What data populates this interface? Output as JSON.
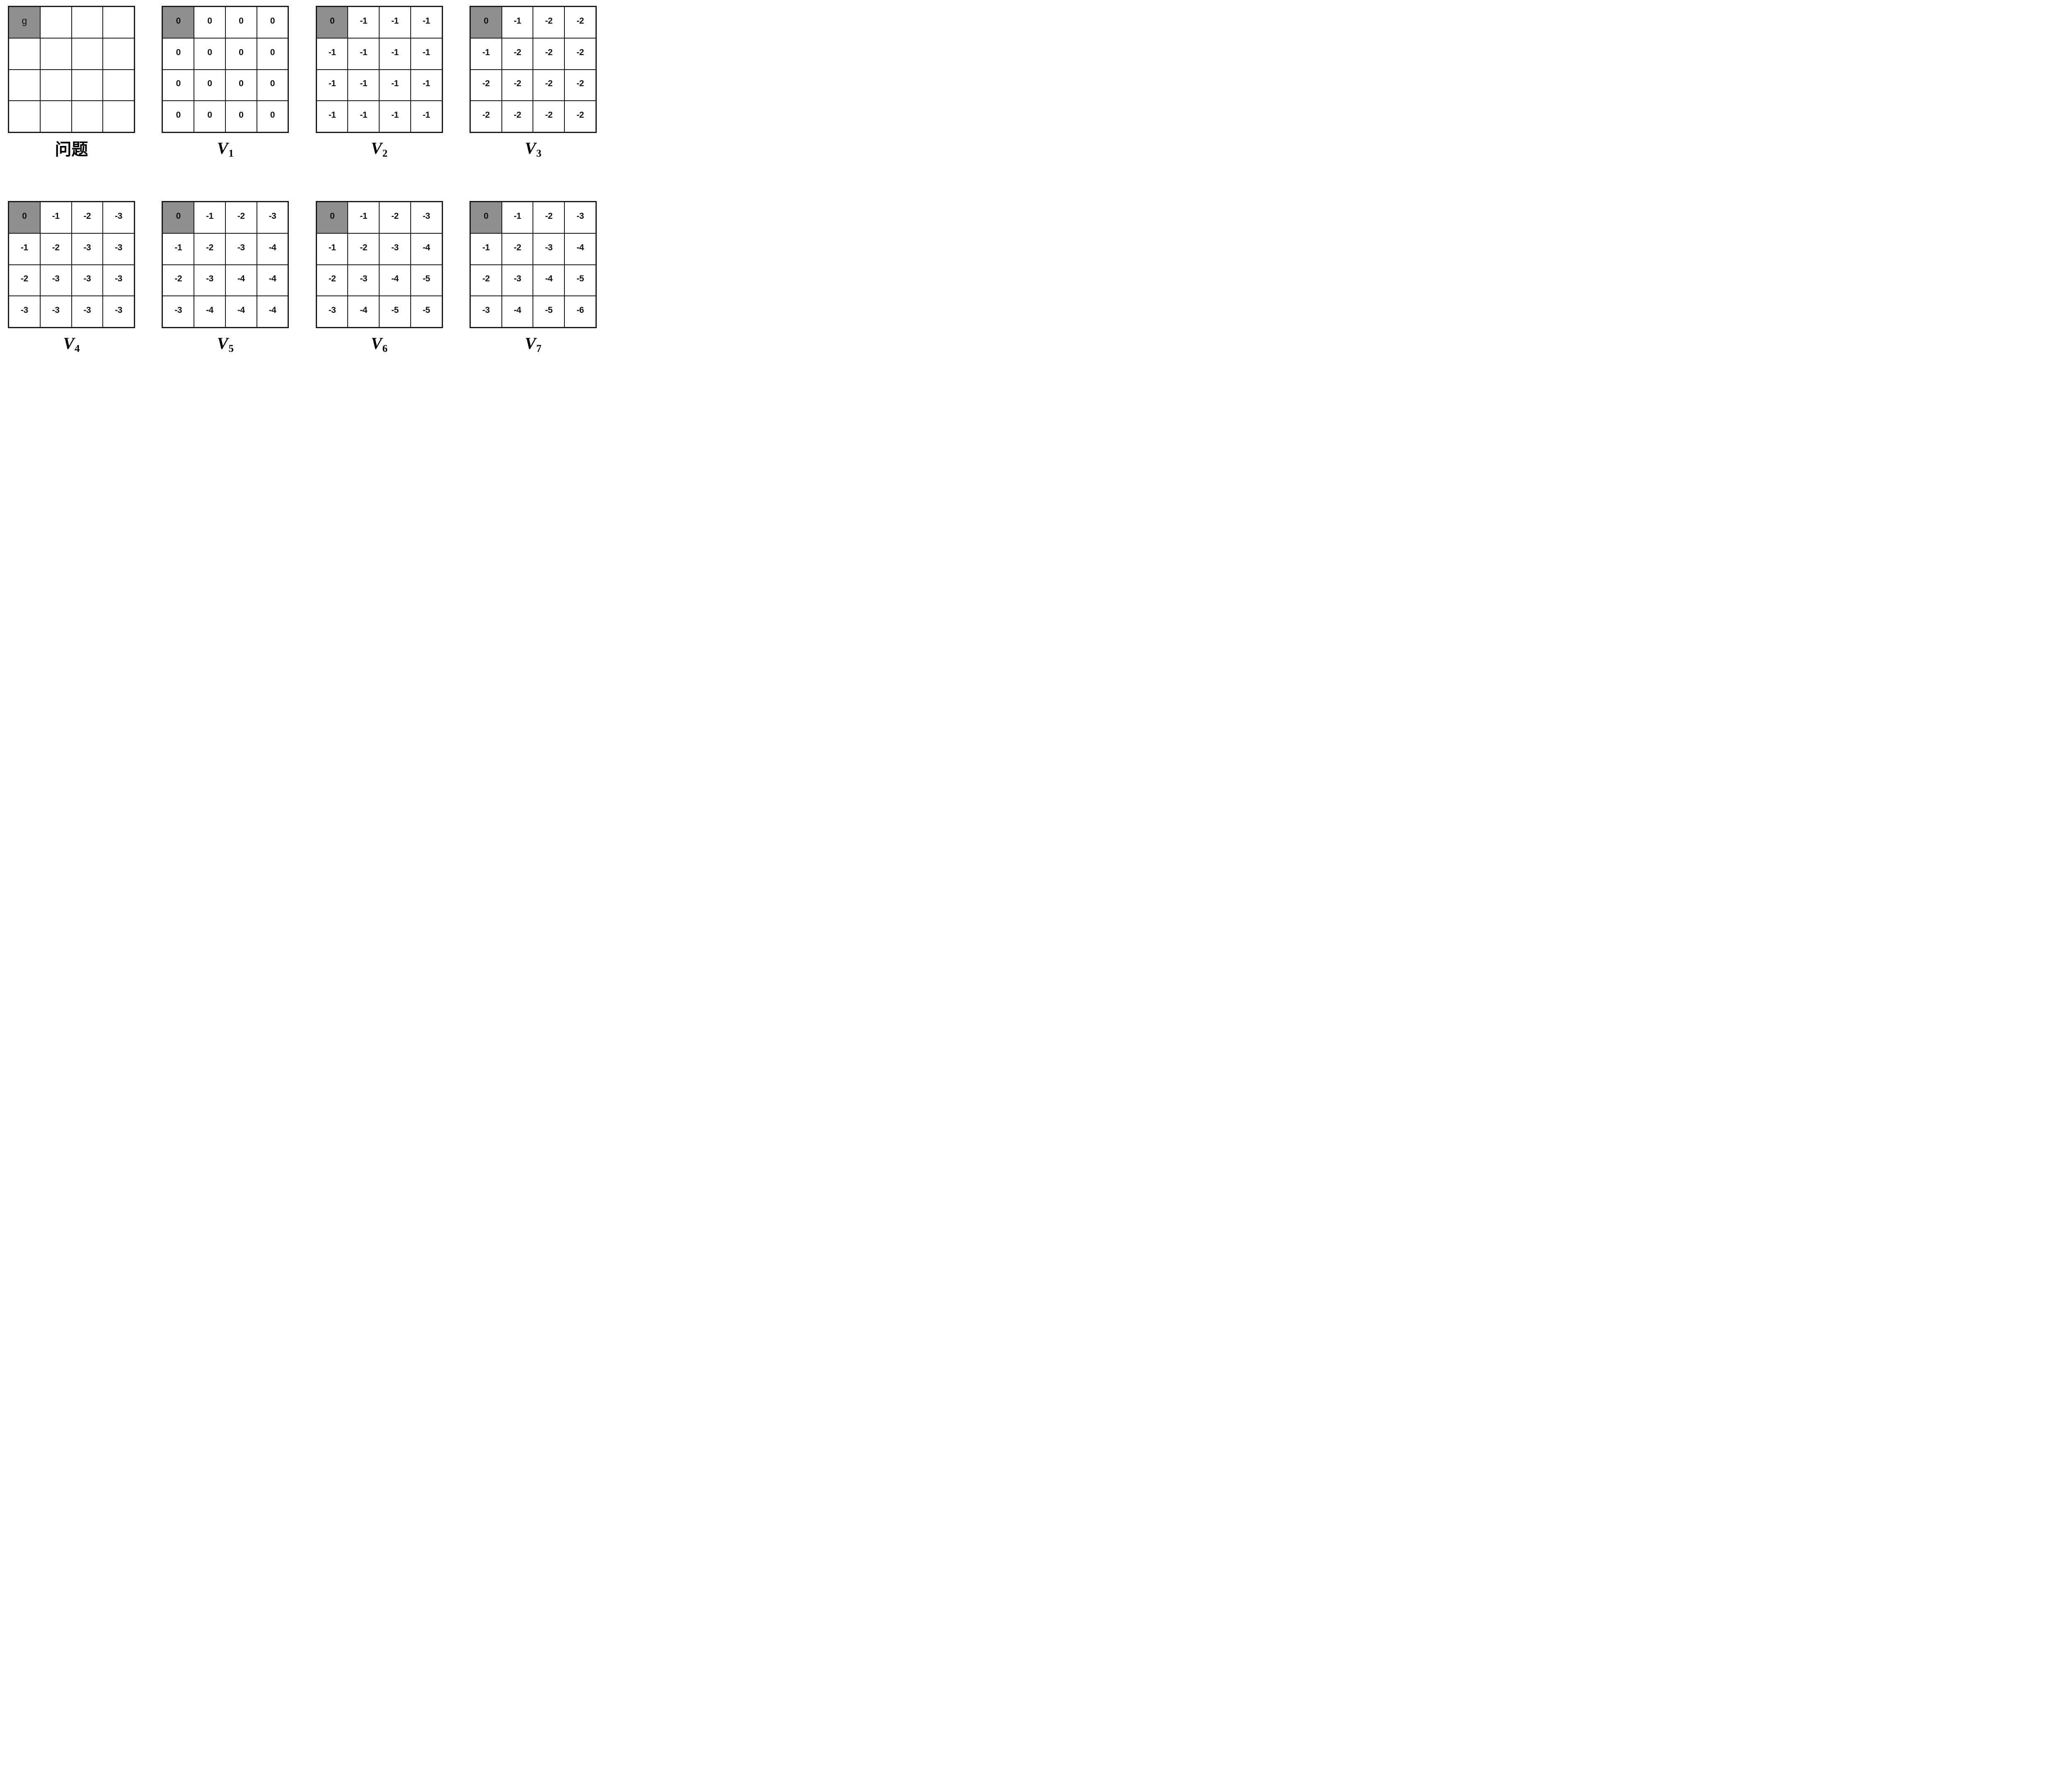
{
  "colors": {
    "goal_cell_bg": "#8f8f8f",
    "grid_line": "#1a1a1a",
    "background": "#ffffff",
    "text": "#111111"
  },
  "goal_marker": "g",
  "grids": [
    {
      "id": "problem",
      "label": "问题",
      "cells": [
        [
          "g",
          "",
          "",
          ""
        ],
        [
          "",
          "",
          "",
          ""
        ],
        [
          "",
          "",
          "",
          ""
        ],
        [
          "",
          "",
          "",
          ""
        ]
      ]
    },
    {
      "id": "V1",
      "label_base": "V",
      "label_sub": "1",
      "cells": [
        [
          "0",
          "0",
          "0",
          "0"
        ],
        [
          "0",
          "0",
          "0",
          "0"
        ],
        [
          "0",
          "0",
          "0",
          "0"
        ],
        [
          "0",
          "0",
          "0",
          "0"
        ]
      ]
    },
    {
      "id": "V2",
      "label_base": "V",
      "label_sub": "2",
      "cells": [
        [
          "0",
          "-1",
          "-1",
          "-1"
        ],
        [
          "-1",
          "-1",
          "-1",
          "-1"
        ],
        [
          "-1",
          "-1",
          "-1",
          "-1"
        ],
        [
          "-1",
          "-1",
          "-1",
          "-1"
        ]
      ]
    },
    {
      "id": "V3",
      "label_base": "V",
      "label_sub": "3",
      "cells": [
        [
          "0",
          "-1",
          "-2",
          "-2"
        ],
        [
          "-1",
          "-2",
          "-2",
          "-2"
        ],
        [
          "-2",
          "-2",
          "-2",
          "-2"
        ],
        [
          "-2",
          "-2",
          "-2",
          "-2"
        ]
      ]
    },
    {
      "id": "V4",
      "label_base": "V",
      "label_sub": "4",
      "cells": [
        [
          "0",
          "-1",
          "-2",
          "-3"
        ],
        [
          "-1",
          "-2",
          "-3",
          "-3"
        ],
        [
          "-2",
          "-3",
          "-3",
          "-3"
        ],
        [
          "-3",
          "-3",
          "-3",
          "-3"
        ]
      ]
    },
    {
      "id": "V5",
      "label_base": "V",
      "label_sub": "5",
      "cells": [
        [
          "0",
          "-1",
          "-2",
          "-3"
        ],
        [
          "-1",
          "-2",
          "-3",
          "-4"
        ],
        [
          "-2",
          "-3",
          "-4",
          "-4"
        ],
        [
          "-3",
          "-4",
          "-4",
          "-4"
        ]
      ]
    },
    {
      "id": "V6",
      "label_base": "V",
      "label_sub": "6",
      "cells": [
        [
          "0",
          "-1",
          "-2",
          "-3"
        ],
        [
          "-1",
          "-2",
          "-3",
          "-4"
        ],
        [
          "-2",
          "-3",
          "-4",
          "-5"
        ],
        [
          "-3",
          "-4",
          "-5",
          "-5"
        ]
      ]
    },
    {
      "id": "V7",
      "label_base": "V",
      "label_sub": "7",
      "cells": [
        [
          "0",
          "-1",
          "-2",
          "-3"
        ],
        [
          "-1",
          "-2",
          "-3",
          "-4"
        ],
        [
          "-2",
          "-3",
          "-4",
          "-5"
        ],
        [
          "-3",
          "-4",
          "-5",
          "-6"
        ]
      ]
    }
  ]
}
